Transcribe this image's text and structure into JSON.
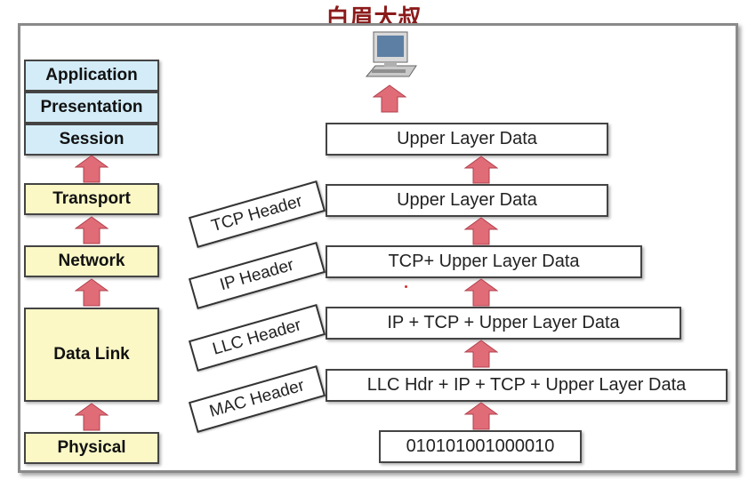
{
  "watermark": "白眉大叔",
  "osi_layers": {
    "application": "Application",
    "presentation": "Presentation",
    "session": "Session",
    "transport": "Transport",
    "network": "Network",
    "data_link": "Data Link",
    "physical": "Physical"
  },
  "headers": {
    "tcp": "TCP Header",
    "ip": "IP Header",
    "llc": "LLC Header",
    "mac": "MAC Header"
  },
  "data_units": {
    "session_data": "Upper Layer Data",
    "transport_data": "Upper Layer Data",
    "network_data": "TCP+ Upper Layer Data",
    "llc_data": "IP + TCP + Upper Layer Data",
    "mac_data": "LLC Hdr + IP + TCP + Upper Layer Data",
    "bits": "010101001000010"
  },
  "colors": {
    "upper_layers": "#d3ecf8",
    "lower_layers": "#fbf8c6",
    "arrow": "#e06c78",
    "watermark": "#8b1a1a"
  },
  "icons": [
    "computer-icon",
    "up-arrow-icon"
  ]
}
